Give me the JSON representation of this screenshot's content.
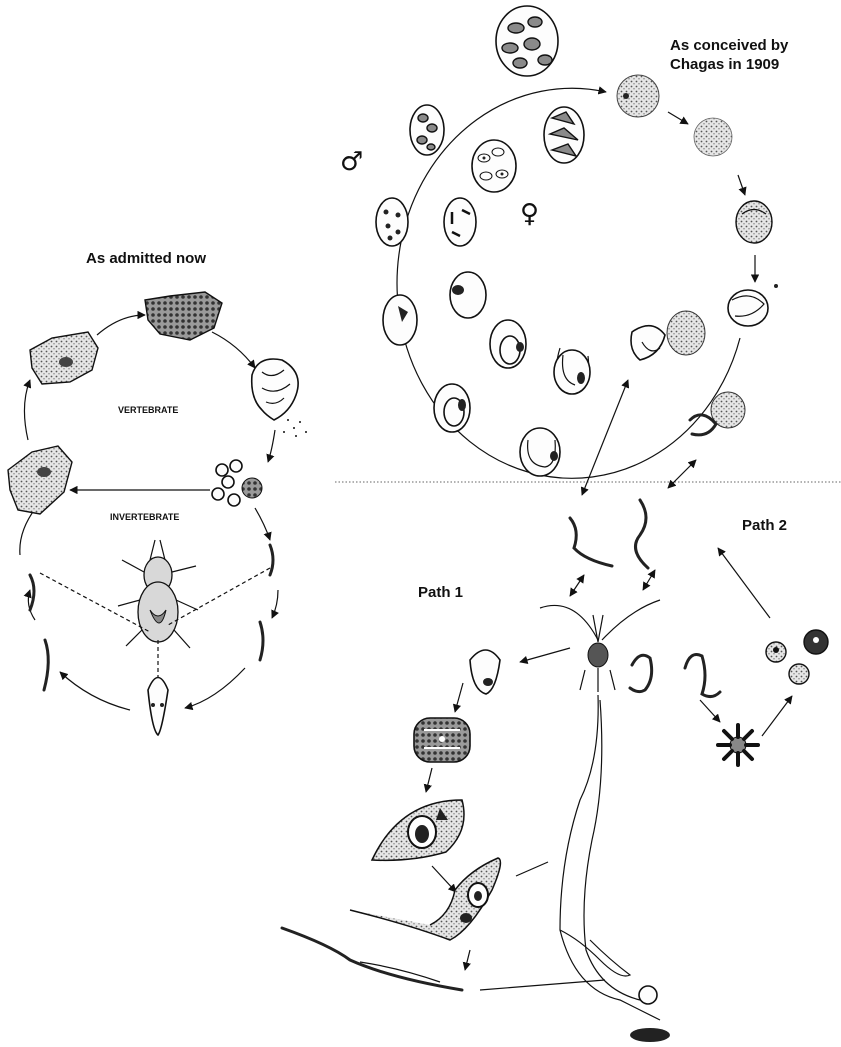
{
  "labels": {
    "chagas_title_line1": "As conceived by",
    "chagas_title_line2": "Chagas in 1909",
    "admitted_title": "As admitted now",
    "vertebrate": "VERTEBRATE",
    "invertebrate": "INVERTEBRATE",
    "path1": "Path 1",
    "path2": "Path 2",
    "male_symbol": "♂",
    "female_symbol": "♀"
  }
}
